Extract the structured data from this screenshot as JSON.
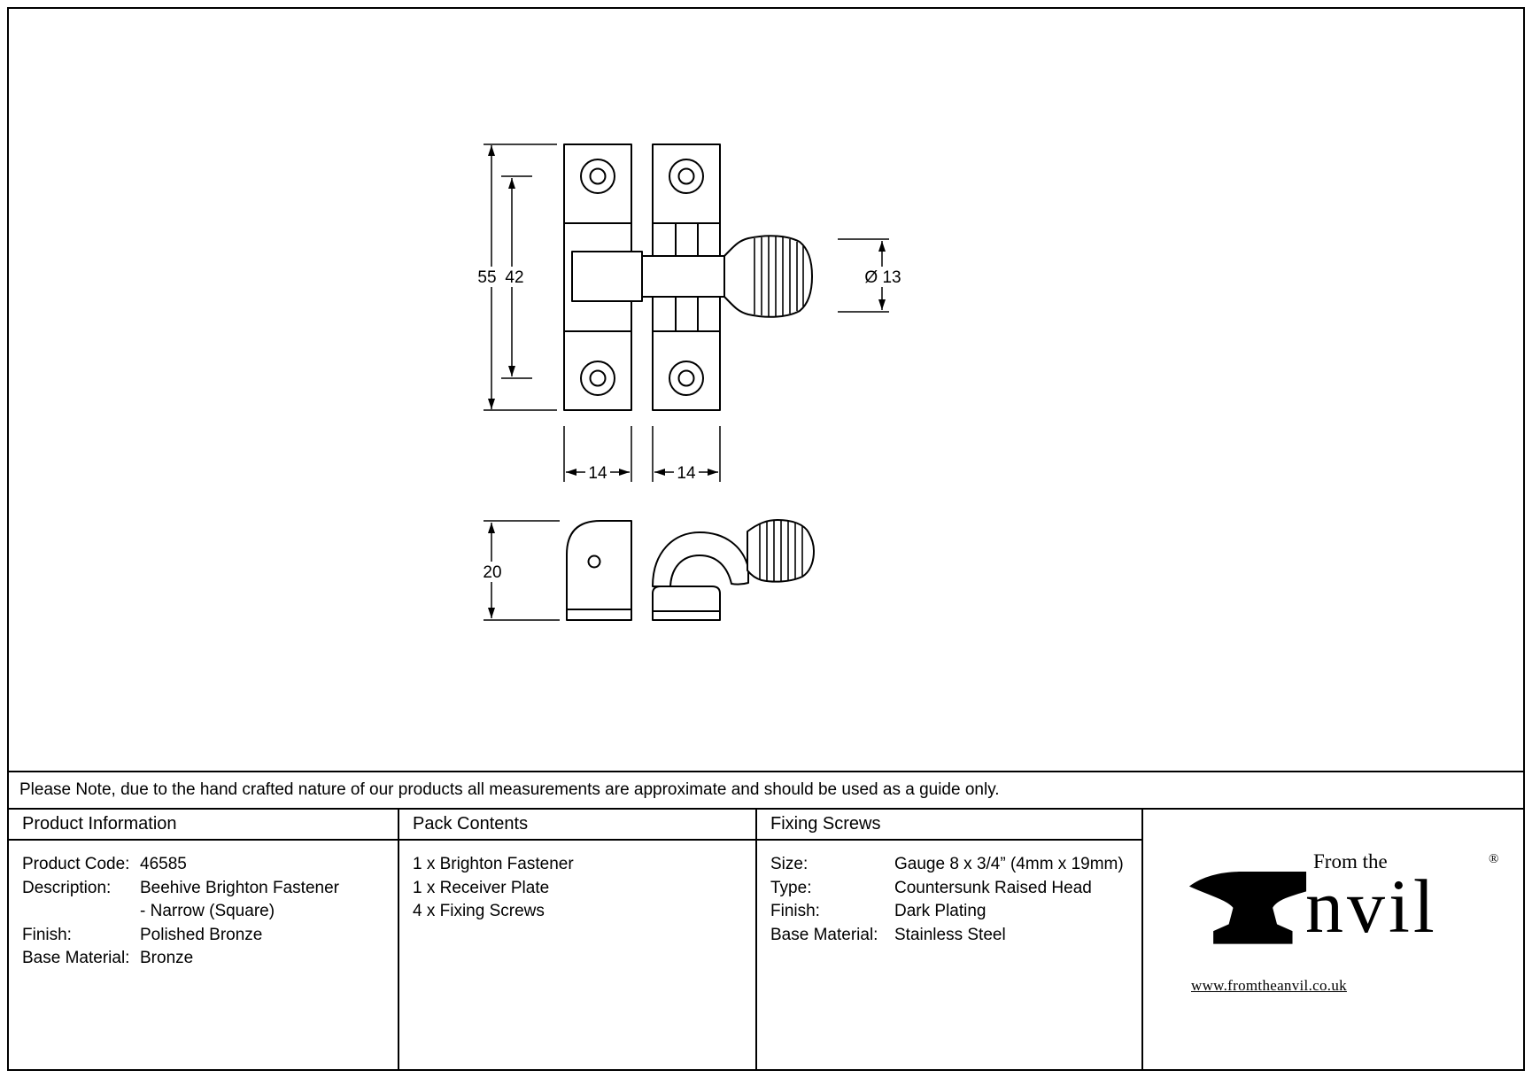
{
  "drawing": {
    "dim_overall_height": "55",
    "dim_hole_spacing": "42",
    "dim_knob_diameter": "Ø 13",
    "dim_plate_width_left": "14",
    "dim_plate_width_right": "14",
    "dim_side_height": "20"
  },
  "note": "Please Note, due to the hand crafted nature of our products all measurements are approximate and should be used as a guide only.",
  "table": {
    "product_information": {
      "header": "Product Information",
      "rows": [
        {
          "label": "Product Code:",
          "value": "46585"
        },
        {
          "label": "Description:",
          "value": "Beehive Brighton Fastener"
        },
        {
          "label": "",
          "value": "- Narrow (Square)"
        },
        {
          "label": "Finish:",
          "value": "Polished Bronze"
        },
        {
          "label": "Base Material:",
          "value": "Bronze"
        }
      ]
    },
    "pack_contents": {
      "header": "Pack Contents",
      "items": [
        "1 x Brighton Fastener",
        "1 x Receiver Plate",
        "4 x Fixing Screws"
      ]
    },
    "fixing_screws": {
      "header": "Fixing Screws",
      "rows": [
        {
          "label": "Size:",
          "value": "Gauge 8 x 3/4” (4mm x 19mm)"
        },
        {
          "label": "Type:",
          "value": "Countersunk Raised Head"
        },
        {
          "label": "Finish:",
          "value": "Dark Plating"
        },
        {
          "label": "Base Material:",
          "value": "Stainless Steel"
        }
      ]
    }
  },
  "logo": {
    "tagline": "From the",
    "brand_rest": "nvil",
    "registered_mark": "®",
    "website": "www.fromtheanvil.co.uk"
  }
}
